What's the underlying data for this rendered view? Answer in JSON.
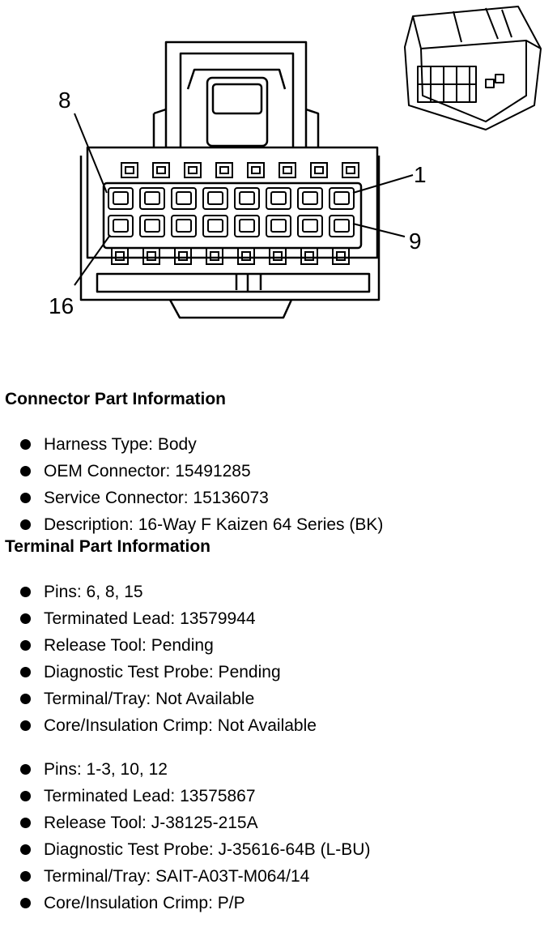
{
  "diagram": {
    "callouts": {
      "pin_8": "8",
      "pin_1": "1",
      "pin_9": "9",
      "pin_16": "16"
    }
  },
  "connector_info": {
    "title": "Connector Part Information",
    "items": [
      "Harness Type: Body",
      "OEM Connector: 15491285",
      "Service Connector: 15136073",
      "Description: 16-Way F Kaizen 64 Series (BK)"
    ]
  },
  "terminal_info": {
    "title": "Terminal Part Information",
    "groups": [
      {
        "items": [
          "Pins: 6, 8, 15",
          "Terminated Lead: 13579944",
          "Release Tool: Pending",
          "Diagnostic Test Probe: Pending",
          "Terminal/Tray: Not Available",
          "Core/Insulation Crimp: Not Available"
        ]
      },
      {
        "items": [
          "Pins: 1-3, 10, 12",
          "Terminated Lead: 13575867",
          "Release Tool: J-38125-215A",
          "Diagnostic Test Probe: J-35616-64B (L-BU)",
          "Terminal/Tray: SAIT-A03T-M064/14",
          "Core/Insulation Crimp: P/P"
        ]
      }
    ]
  }
}
